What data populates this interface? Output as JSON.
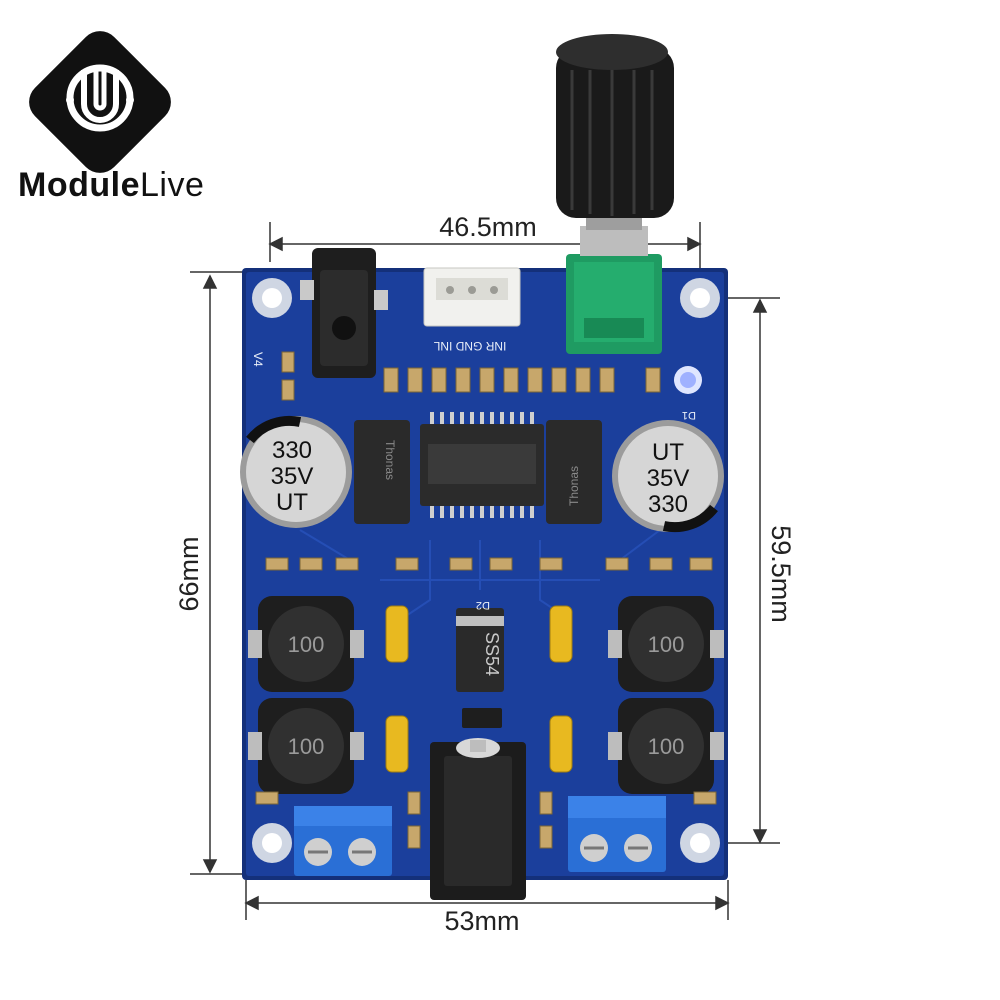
{
  "brand": {
    "name_strong": "Module",
    "name_light": "Live"
  },
  "dimensions": {
    "top_width": "46.5mm",
    "bottom_width": "53mm",
    "left_height": "66mm",
    "right_height": "59.5mm"
  },
  "board": {
    "version_mark": "V4",
    "connector_labels": "INR GND INL",
    "cap_left": [
      "330",
      "35V",
      "UT"
    ],
    "cap_right": [
      "UT",
      "35V",
      "330"
    ],
    "inductor_marking": "100",
    "diode_marking": "SS54",
    "chip_marking": "Thonas",
    "ref_d1": "D1",
    "ref_d2": "D2"
  },
  "colors": {
    "pcb": "#1b3f9c",
    "pcb_edge": "#14307a",
    "silkscreen": "#e8eef8",
    "terminal_blue": "#2a6fd6",
    "pot_green": "#1f9b62",
    "knob": "#1a1a1a"
  }
}
